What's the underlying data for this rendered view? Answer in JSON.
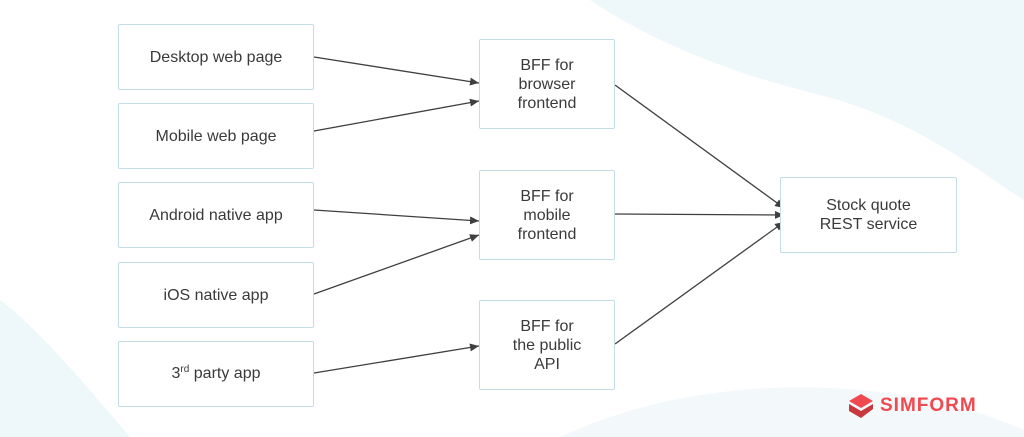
{
  "clients": [
    {
      "label": "Desktop web page"
    },
    {
      "label": "Mobile web page"
    },
    {
      "label": "Android native app"
    },
    {
      "label": "iOS native app"
    },
    {
      "label_prefix": "3",
      "label_sup": "rd",
      "label_suffix": " party app"
    }
  ],
  "bffs": [
    {
      "label": "BFF for\nbrowser\nfrontend"
    },
    {
      "label": "BFF for\nmobile\nfrontend"
    },
    {
      "label": "BFF for\nthe public\nAPI"
    }
  ],
  "service": {
    "label": "Stock quote\nREST service"
  },
  "logo": {
    "text": "SIMFORM",
    "color": "#ef4a4f"
  },
  "colors": {
    "line": "#3f3f3f",
    "border": "#c3dde4",
    "blob": "#eef7f9"
  }
}
